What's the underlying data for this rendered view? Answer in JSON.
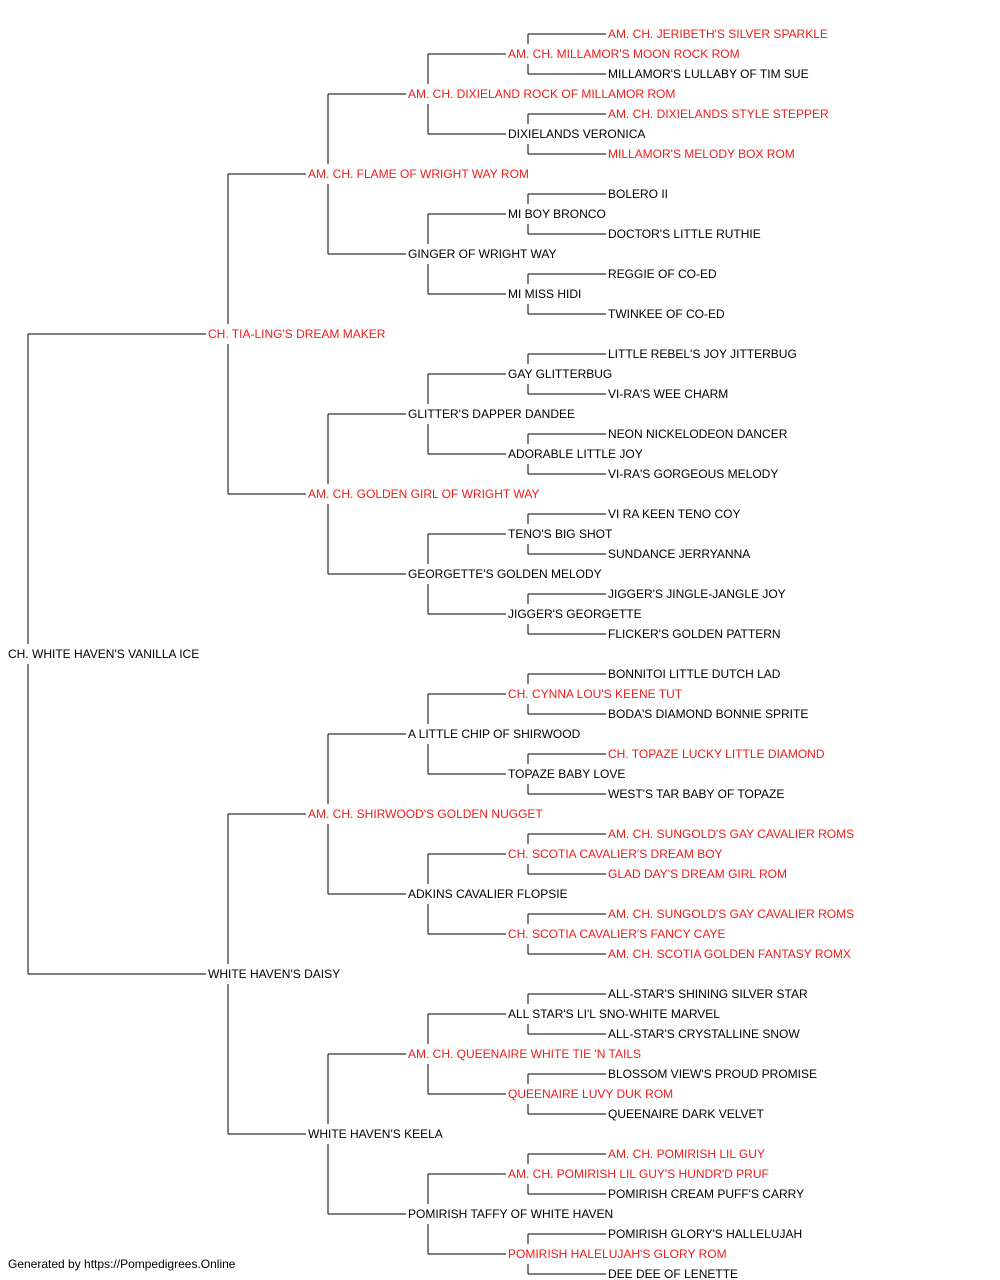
{
  "colors": {
    "champion": "#ee1c1c",
    "normal": "#000000",
    "line": "#000000"
  },
  "pedigree": {
    "name": "CH. WHITE HAVEN'S VANILLA ICE",
    "champion": false,
    "sire": {
      "name": "CH. TIA-LING'S DREAM MAKER",
      "champion": true,
      "sire": {
        "name": "AM. CH. FLAME OF WRIGHT WAY ROM",
        "champion": true,
        "sire": {
          "name": "AM. CH. DIXIELAND ROCK OF MILLAMOR ROM",
          "champion": true,
          "sire": {
            "name": "AM. CH. MILLAMOR'S MOON ROCK ROM",
            "champion": true,
            "sire": {
              "name": "AM. CH. JERIBETH'S SILVER SPARKLE",
              "champion": true
            },
            "dam": {
              "name": "MILLAMOR'S LULLABY OF TIM SUE",
              "champion": false
            }
          },
          "dam": {
            "name": "DIXIELANDS VERONICA",
            "champion": false,
            "sire": {
              "name": "AM. CH. DIXIELANDS STYLE STEPPER",
              "champion": true
            },
            "dam": {
              "name": "MILLAMOR'S MELODY BOX ROM",
              "champion": true
            }
          }
        },
        "dam": {
          "name": "GINGER OF WRIGHT WAY",
          "champion": false,
          "sire": {
            "name": "MI BOY BRONCO",
            "champion": false,
            "sire": {
              "name": "BOLERO II",
              "champion": false
            },
            "dam": {
              "name": "DOCTOR'S LITTLE RUTHIE",
              "champion": false
            }
          },
          "dam": {
            "name": "MI MISS HIDI",
            "champion": false,
            "sire": {
              "name": "REGGIE OF CO-ED",
              "champion": false
            },
            "dam": {
              "name": "TWINKEE OF CO-ED",
              "champion": false
            }
          }
        }
      },
      "dam": {
        "name": "AM. CH. GOLDEN GIRL OF WRIGHT WAY",
        "champion": true,
        "sire": {
          "name": "GLITTER'S DAPPER DANDEE",
          "champion": false,
          "sire": {
            "name": "GAY GLITTERBUG",
            "champion": false,
            "sire": {
              "name": "LITTLE REBEL'S JOY JITTERBUG",
              "champion": false
            },
            "dam": {
              "name": "VI-RA'S WEE CHARM",
              "champion": false
            }
          },
          "dam": {
            "name": "ADORABLE LITTLE JOY",
            "champion": false,
            "sire": {
              "name": "NEON NICKELODEON DANCER",
              "champion": false
            },
            "dam": {
              "name": "VI-RA'S GORGEOUS MELODY",
              "champion": false
            }
          }
        },
        "dam": {
          "name": "GEORGETTE'S GOLDEN MELODY",
          "champion": false,
          "sire": {
            "name": "TENO'S BIG SHOT",
            "champion": false,
            "sire": {
              "name": "VI RA KEEN TENO COY",
              "champion": false
            },
            "dam": {
              "name": "SUNDANCE JERRYANNA",
              "champion": false
            }
          },
          "dam": {
            "name": "JIGGER'S GEORGETTE",
            "champion": false,
            "sire": {
              "name": "JIGGER'S JINGLE-JANGLE JOY",
              "champion": false
            },
            "dam": {
              "name": "FLICKER'S GOLDEN PATTERN",
              "champion": false
            }
          }
        }
      }
    },
    "dam": {
      "name": "WHITE HAVEN'S DAISY",
      "champion": false,
      "sire": {
        "name": "AM. CH. SHIRWOOD'S GOLDEN NUGGET",
        "champion": true,
        "sire": {
          "name": "A LITTLE CHIP OF SHIRWOOD",
          "champion": false,
          "sire": {
            "name": "CH. CYNNA LOU'S KEENE TUT",
            "champion": true,
            "sire": {
              "name": "BONNITOI LITTLE DUTCH LAD",
              "champion": false
            },
            "dam": {
              "name": "BODA'S DIAMOND BONNIE SPRITE",
              "champion": false
            }
          },
          "dam": {
            "name": "TOPAZE BABY LOVE",
            "champion": false,
            "sire": {
              "name": "CH. TOPAZE LUCKY LITTLE DIAMOND",
              "champion": true
            },
            "dam": {
              "name": "WEST'S TAR BABY OF TOPAZE",
              "champion": false
            }
          }
        },
        "dam": {
          "name": "ADKINS CAVALIER FLOPSIE",
          "champion": false,
          "sire": {
            "name": "CH. SCOTIA CAVALIER'S DREAM BOY",
            "champion": true,
            "sire": {
              "name": "AM. CH. SUNGOLD'S GAY CAVALIER ROMS",
              "champion": true
            },
            "dam": {
              "name": "GLAD DAY'S DREAM GIRL ROM",
              "champion": true
            }
          },
          "dam": {
            "name": "CH. SCOTIA CAVALIER'S FANCY CAYE",
            "champion": true,
            "sire": {
              "name": "AM. CH. SUNGOLD'S GAY CAVALIER ROMS",
              "champion": true
            },
            "dam": {
              "name": "AM. CH. SCOTIA GOLDEN FANTASY ROMX",
              "champion": true
            }
          }
        }
      },
      "dam": {
        "name": "WHITE HAVEN'S KEELA",
        "champion": false,
        "sire": {
          "name": "AM. CH. QUEENAIRE WHITE TIE 'N TAILS",
          "champion": true,
          "sire": {
            "name": "ALL STAR'S LI'L SNO-WHITE MARVEL",
            "champion": false,
            "sire": {
              "name": "ALL-STAR'S SHINING SILVER STAR",
              "champion": false
            },
            "dam": {
              "name": "ALL-STAR'S CRYSTALLINE SNOW",
              "champion": false
            }
          },
          "dam": {
            "name": "QUEENAIRE LUVY DUK ROM",
            "champion": true,
            "sire": {
              "name": "BLOSSOM VIEW'S PROUD PROMISE",
              "champion": false
            },
            "dam": {
              "name": "QUEENAIRE DARK VELVET",
              "champion": false
            }
          }
        },
        "dam": {
          "name": "POMIRISH TAFFY OF WHITE HAVEN",
          "champion": false,
          "sire": {
            "name": "AM. CH. POMIRISH LIL GUY'S HUNDR'D PRUF",
            "champion": true,
            "sire": {
              "name": "AM. CH. POMIRISH LIL GUY",
              "champion": true
            },
            "dam": {
              "name": "POMIRISH CREAM PUFF'S CARRY",
              "champion": false
            }
          },
          "dam": {
            "name": "POMIRISH HALELUJAH'S GLORY ROM",
            "champion": true,
            "sire": {
              "name": "POMIRISH GLORY'S HALLELUJAH",
              "champion": false
            },
            "dam": {
              "name": "DEE DEE OF LENETTE",
              "champion": false
            }
          }
        }
      }
    }
  },
  "footer": "Generated by https://Pompedigrees.Online"
}
